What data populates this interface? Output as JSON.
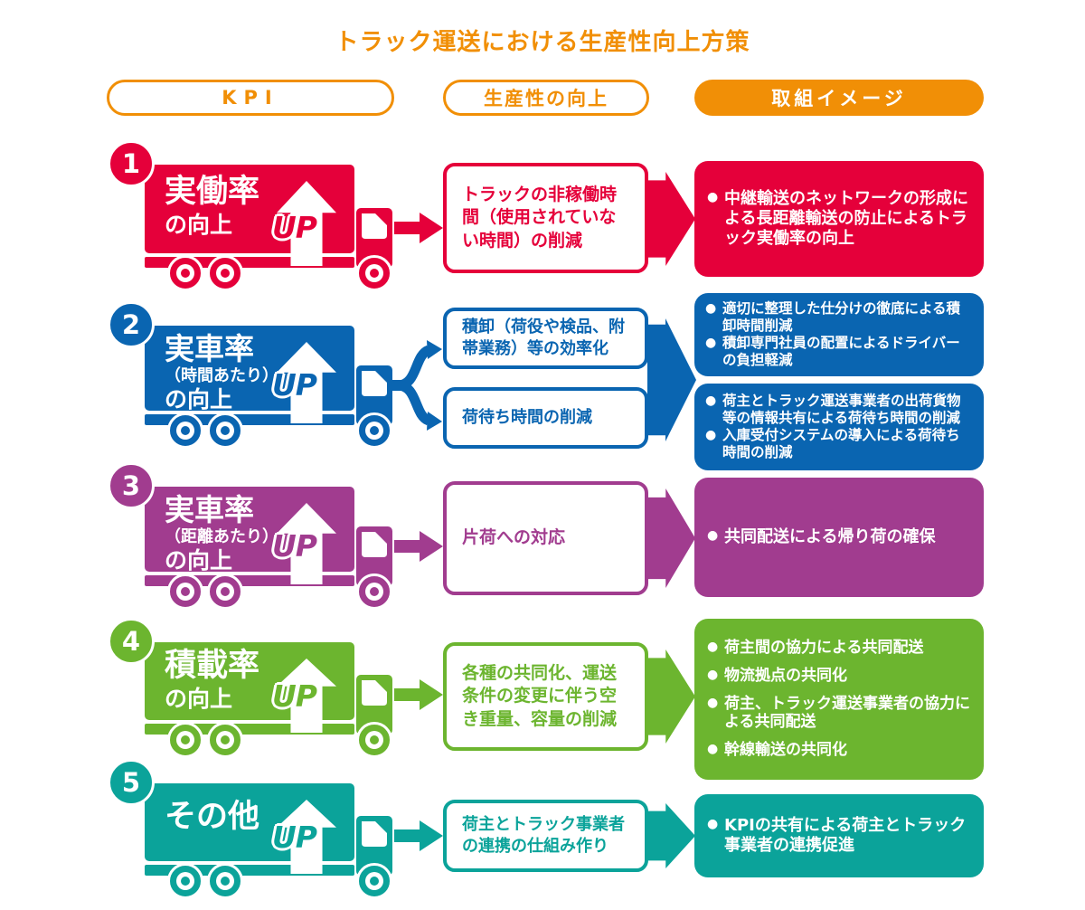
{
  "title": "トラック運送における生産性向上方策",
  "headers": {
    "kpi": "KPI",
    "productivity": "生産性の向上",
    "initiative": "取組イメージ"
  },
  "up_label": "UP",
  "colors": {
    "orange": "#F18F06",
    "red": "#E5003A",
    "blue": "#0A65B1",
    "purple": "#A13C8F",
    "green": "#6CB52F",
    "teal": "#0BA39A"
  },
  "rows": [
    {
      "number": "1",
      "color": "#E5003A",
      "kpi": {
        "main": "実働率",
        "sub": "",
        "bottom": "の向上"
      },
      "measures": [
        "トラックの非稼働時間（使用されていない時間）の削減"
      ],
      "initiative_groups": [
        [
          "中継輸送のネットワークの形成による長距離輸送の防止によるトラック実働率の向上"
        ]
      ]
    },
    {
      "number": "2",
      "color": "#0A65B1",
      "kpi": {
        "main": "実車率",
        "sub": "（時間あたり）",
        "bottom": "の向上"
      },
      "measures": [
        "積卸（荷役や検品、附帯業務）等の効率化",
        "荷待ち時間の削減"
      ],
      "initiative_groups": [
        [
          "適切に整理した仕分けの徹底による積卸時間削減",
          "積卸専門社員の配置によるドライバーの負担軽減"
        ],
        [
          "荷主とトラック運送事業者の出荷貨物等の情報共有による荷待ち時間の削減",
          "入庫受付システムの導入による荷待ち時間の削減"
        ]
      ]
    },
    {
      "number": "3",
      "color": "#A13C8F",
      "kpi": {
        "main": "実車率",
        "sub": "（距離あたり）",
        "bottom": "の向上"
      },
      "measures": [
        "片荷への対応"
      ],
      "initiative_groups": [
        [
          "共同配送による帰り荷の確保"
        ]
      ]
    },
    {
      "number": "4",
      "color": "#6CB52F",
      "kpi": {
        "main": "積載率",
        "sub": "",
        "bottom": "の向上"
      },
      "measures": [
        "各種の共同化、運送条件の変更に伴う空き重量、容量の削減"
      ],
      "initiative_groups": [
        [
          "荷主間の協力による共同配送",
          "物流拠点の共同化",
          "荷主、トラック運送事業者の協力による共同配送",
          "幹線輸送の共同化"
        ]
      ]
    },
    {
      "number": "5",
      "color": "#0BA39A",
      "kpi": {
        "main": "その他",
        "sub": "",
        "bottom": ""
      },
      "measures": [
        "荷主とトラック事業者の連携の仕組み作り"
      ],
      "initiative_groups": [
        [
          "KPIの共有による荷主とトラック事業者の連携促進"
        ]
      ]
    }
  ]
}
